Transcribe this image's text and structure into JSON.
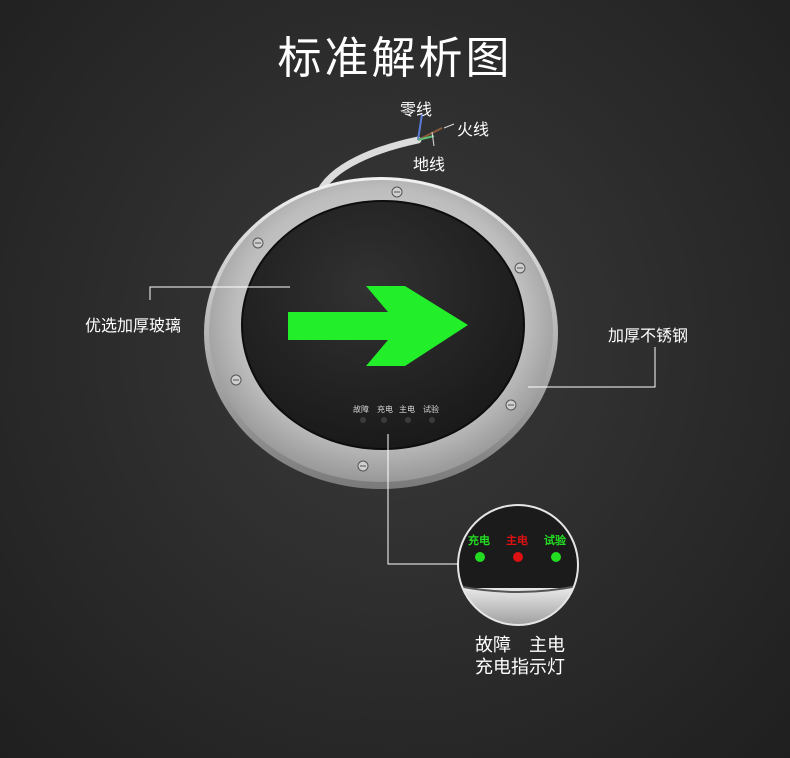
{
  "title": "标准解析图",
  "wires": {
    "neutral": "零线",
    "live": "火线",
    "ground": "地线"
  },
  "callouts": {
    "glass": "优选加厚玻璃",
    "steel": "加厚不锈钢",
    "indicator_line1": "故障　主电",
    "indicator_line2": "充电指示灯"
  },
  "panel_labels": [
    "故障",
    "充电",
    "主电",
    "试验"
  ],
  "zoom_labels": {
    "charge": "充电",
    "main": "主电",
    "test": "试验"
  },
  "colors": {
    "arrow": "#22ee2a",
    "charge_led": "#22dd22",
    "main_led": "#dd1111",
    "test_led": "#22dd22"
  }
}
